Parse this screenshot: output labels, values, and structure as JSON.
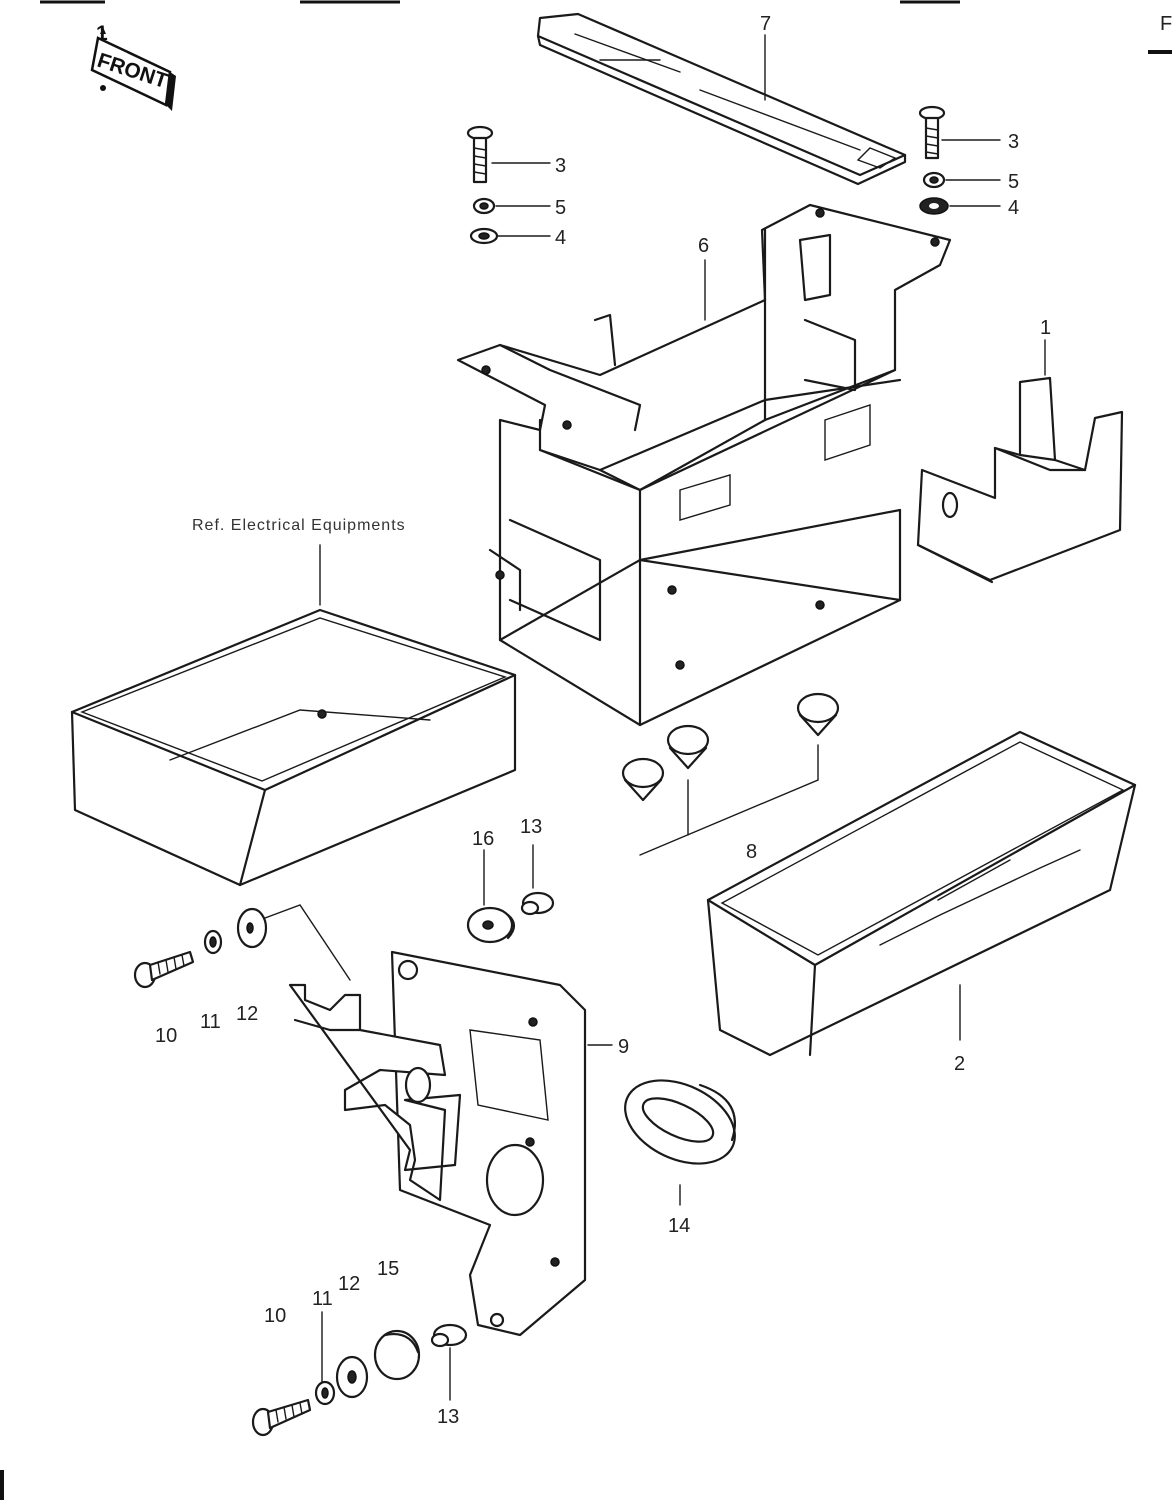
{
  "header_text": "",
  "front_mark": {
    "number": "1",
    "label": "FRONT",
    "icon": "front-arrow-icon"
  },
  "reference_note": "Ref. Electrical Equipments",
  "callouts": [
    {
      "id": "c-7",
      "number": "7"
    },
    {
      "id": "c-3a",
      "number": "3"
    },
    {
      "id": "c-5a",
      "number": "5"
    },
    {
      "id": "c-4a",
      "number": "4"
    },
    {
      "id": "c-3b",
      "number": "3"
    },
    {
      "id": "c-5b",
      "number": "5"
    },
    {
      "id": "c-4b",
      "number": "4"
    },
    {
      "id": "c-6",
      "number": "6"
    },
    {
      "id": "c-1",
      "number": "1"
    },
    {
      "id": "c-8",
      "number": "8"
    },
    {
      "id": "c-2",
      "number": "2"
    },
    {
      "id": "c-16",
      "number": "16"
    },
    {
      "id": "c-13a",
      "number": "13"
    },
    {
      "id": "c-9",
      "number": "9"
    },
    {
      "id": "c-10a",
      "number": "10"
    },
    {
      "id": "c-11a",
      "number": "11"
    },
    {
      "id": "c-12a",
      "number": "12"
    },
    {
      "id": "c-14",
      "number": "14"
    },
    {
      "id": "c-10b",
      "number": "10"
    },
    {
      "id": "c-11b",
      "number": "11"
    },
    {
      "id": "c-12b",
      "number": "12"
    },
    {
      "id": "c-15",
      "number": "15"
    },
    {
      "id": "c-13b",
      "number": "13"
    }
  ],
  "edge_marks": {
    "right_top": "F"
  }
}
